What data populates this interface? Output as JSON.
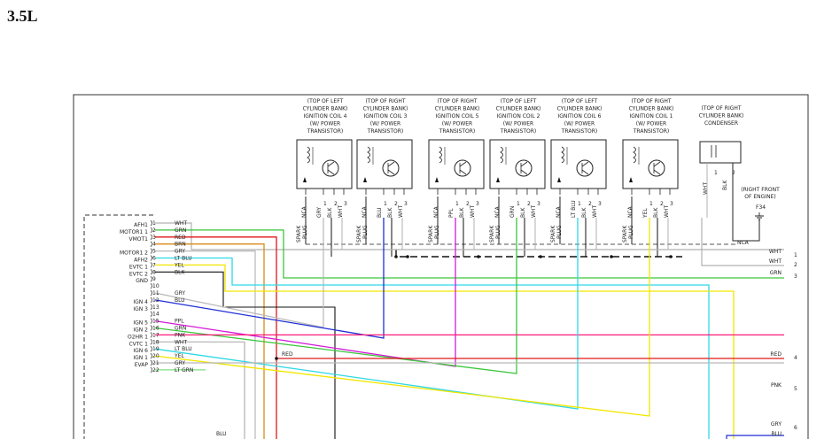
{
  "title": "3.5L",
  "colors": {
    "WHT": "#9a9a9a",
    "GRN": "#3cc63c",
    "RED": "#e01818",
    "BRN": "#d98a1a",
    "GRY": "#a8a8a8",
    "LT BLU": "#2ed8e6",
    "YEL": "#f2e600",
    "BLK": "#111111",
    "BLU": "#1d2fd6",
    "PPL": "#d21ad8",
    "PNK": "#ff1a78",
    "LT GRN": "#7ee07e"
  },
  "coils": [
    {
      "label": [
        "(TOP OF LEFT",
        "CYLINDER BANK)",
        "IGNITION COIL 4",
        "(W/ POWER",
        "TRANSISTOR)"
      ],
      "pins": [
        "NCA",
        "GRY",
        "BLK",
        "WHT"
      ],
      "nums": [
        "1",
        "2",
        "3"
      ]
    },
    {
      "label": [
        "(TOP OF RIGHT",
        "CYLINDER BANK)",
        "IGNITION COIL 3",
        "(W/ POWER",
        "TRANSISTOR)"
      ],
      "pins": [
        "NCA",
        "BLU",
        "BLK",
        "WHT"
      ],
      "nums": [
        "1",
        "2",
        "3"
      ]
    },
    {
      "label": [
        "(TOP OF RIGHT",
        "CYLINDER BANK)",
        "IGNITION COIL 5",
        "(W/ POWER",
        "TRANSISTOR)"
      ],
      "pins": [
        "NCA",
        "PPL",
        "BLK",
        "WHT"
      ],
      "nums": [
        "1",
        "2",
        "3"
      ]
    },
    {
      "label": [
        "(TOP OF LEFT",
        "CYLINDER BANK)",
        "IGNITION COIL 2",
        "(W/ POWER",
        "TRANSISTOR)"
      ],
      "pins": [
        "NCA",
        "GRN",
        "BLK",
        "WHT"
      ],
      "nums": [
        "1",
        "2",
        "3"
      ]
    },
    {
      "label": [
        "(TOP OF LEFT",
        "CYLINDER BANK)",
        "IGNITION COIL 6",
        "(W/ POWER",
        "TRANSISTOR)"
      ],
      "pins": [
        "NCA",
        "LT BLU",
        "BLK",
        "WHT"
      ],
      "nums": [
        "1",
        "2",
        "3"
      ]
    },
    {
      "label": [
        "(TOP OF RIGHT",
        "CYLINDER BANK)",
        "IGNITION COIL 1",
        "(W/ POWER",
        "TRANSISTOR)"
      ],
      "pins": [
        "NCA",
        "YEL",
        "BLK",
        "WHT"
      ],
      "nums": [
        "1",
        "2",
        "3"
      ]
    }
  ],
  "spark_plug_label": [
    "SPARK",
    "PLUG"
  ],
  "condenser": {
    "label": [
      "(TOP OF RIGHT",
      "CYLINDER BANK)",
      "CONDENSER"
    ],
    "pins": [
      "WHT",
      "BLK"
    ],
    "nums": [
      "1",
      "2"
    ]
  },
  "ground": {
    "label": [
      "(RIGHT FRONT",
      "OF ENGINE)"
    ],
    "id": "F34"
  },
  "nca_label": "NCA",
  "ecm_pins": [
    {
      "n": "1",
      "name": "AFH1",
      "wire": "WHT"
    },
    {
      "n": "2",
      "name": "MOTOR1 1",
      "wire": "GRN"
    },
    {
      "n": "3",
      "name": "VMOT1",
      "wire": "RED"
    },
    {
      "n": "4",
      "name": "",
      "wire": "BRN"
    },
    {
      "n": "5",
      "name": "MOTOR1 2",
      "wire": "GRY"
    },
    {
      "n": "6",
      "name": "AFH2",
      "wire": "LT BLU"
    },
    {
      "n": "7",
      "name": "EVTC 1",
      "wire": "YEL"
    },
    {
      "n": "8",
      "name": "EVTC 2",
      "wire": "BLK"
    },
    {
      "n": "9",
      "name": "GND",
      "wire": ""
    },
    {
      "n": "10",
      "name": "",
      "wire": ""
    },
    {
      "n": "11",
      "name": "",
      "wire": "GRY"
    },
    {
      "n": "12",
      "name": "IGN 4",
      "wire": "BLU"
    },
    {
      "n": "13",
      "name": "IGN 3",
      "wire": ""
    },
    {
      "n": "14",
      "name": "",
      "wire": ""
    },
    {
      "n": "15",
      "name": "IGN 5",
      "wire": "PPL"
    },
    {
      "n": "16",
      "name": "IGN 2",
      "wire": "GRN"
    },
    {
      "n": "17",
      "name": "O2HR 1",
      "wire": "PNK"
    },
    {
      "n": "18",
      "name": "CVTC 1",
      "wire": "WHT"
    },
    {
      "n": "19",
      "name": "IGN 6",
      "wire": "LT BLU"
    },
    {
      "n": "20",
      "name": "IGN 1",
      "wire": "YEL"
    },
    {
      "n": "21",
      "name": "EVAP",
      "wire": "GRY"
    },
    {
      "n": "22",
      "name": "",
      "wire": "LT GRN"
    }
  ],
  "extra_label": "BLU",
  "right_wires": [
    {
      "label": "WHT",
      "num": "1"
    },
    {
      "label": "WHT",
      "num": "2"
    },
    {
      "label": "GRN",
      "num": "3"
    },
    {
      "label": "RED",
      "num": "4"
    },
    {
      "label": "PNK",
      "num": "5"
    },
    {
      "label": "GRY",
      "num": "6"
    },
    {
      "label": "BLU",
      "num": ""
    }
  ],
  "mid_labels": {
    "red": "RED"
  }
}
